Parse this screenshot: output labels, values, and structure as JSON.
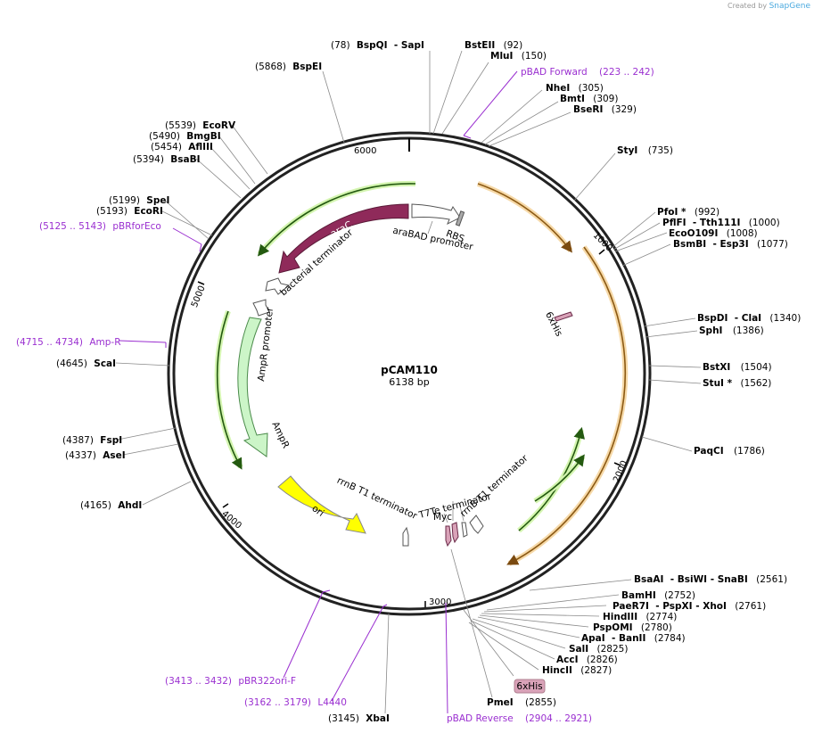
{
  "watermark": {
    "prefix": "Created by",
    "brand": "SnapGene"
  },
  "plasmid": {
    "name": "pCAM110",
    "length": "6138 bp"
  },
  "ticks": [
    "1000",
    "2000",
    "3000",
    "4000",
    "5000",
    "6000"
  ],
  "sites": [
    {
      "id": "bspqi",
      "pre": "(78)",
      "name": "BspQI",
      "name2": "- SapI",
      "post": ""
    },
    {
      "id": "bsteii",
      "pre": "",
      "name": "BstEII",
      "post": "(92)"
    },
    {
      "id": "mlui",
      "pre": "",
      "name": "MluI",
      "post": "(150)"
    },
    {
      "id": "nhei",
      "pre": "",
      "name": "NheI",
      "post": "(305)"
    },
    {
      "id": "bmti",
      "pre": "",
      "name": "BmtI",
      "post": "(309)"
    },
    {
      "id": "bseri",
      "pre": "",
      "name": "BseRI",
      "post": "(329)"
    },
    {
      "id": "styi",
      "pre": "",
      "name": "StyI",
      "post": "(735)"
    },
    {
      "id": "pfoi",
      "pre": "",
      "name": "PfoI *",
      "post": "(992)"
    },
    {
      "id": "pflfi",
      "pre": "",
      "name": "PflFI",
      "name2": "- Tth111I",
      "post": "(1000)"
    },
    {
      "id": "eco0109i",
      "pre": "",
      "name": "EcoO109I",
      "post": "(1008)"
    },
    {
      "id": "bsmbi",
      "pre": "",
      "name": "BsmBI",
      "name2": "- Esp3I",
      "post": "(1077)"
    },
    {
      "id": "bspdi",
      "pre": "",
      "name": "BspDI",
      "name2": "- ClaI",
      "post": "(1340)"
    },
    {
      "id": "sphi",
      "pre": "",
      "name": "SphI",
      "post": "(1386)"
    },
    {
      "id": "bstxi",
      "pre": "",
      "name": "BstXI",
      "post": "(1504)"
    },
    {
      "id": "stui",
      "pre": "",
      "name": "StuI *",
      "post": "(1562)"
    },
    {
      "id": "paqci",
      "pre": "",
      "name": "PaqCI",
      "post": "(1786)"
    },
    {
      "id": "bsaai",
      "pre": "",
      "name": "BsaAI",
      "name2": "- BsiWI - SnaBI",
      "post": "(2561)"
    },
    {
      "id": "bamhi",
      "pre": "",
      "name": "BamHI",
      "post": "(2752)"
    },
    {
      "id": "paer7i",
      "pre": "",
      "name": "PaeR7I",
      "name2": "- PspXI - XhoI",
      "post": "(2761)"
    },
    {
      "id": "hindiii",
      "pre": "",
      "name": "HindIII",
      "post": "(2774)"
    },
    {
      "id": "pspomi",
      "pre": "",
      "name": "PspOMI",
      "post": "(2780)"
    },
    {
      "id": "apai",
      "pre": "",
      "name": "ApaI",
      "name2": "- BanII",
      "post": "(2784)"
    },
    {
      "id": "sali",
      "pre": "",
      "name": "SalI",
      "post": "(2825)"
    },
    {
      "id": "acci",
      "pre": "",
      "name": "AccI",
      "post": "(2826)"
    },
    {
      "id": "hincii",
      "pre": "",
      "name": "HincII",
      "post": "(2827)"
    },
    {
      "id": "pmei",
      "pre": "",
      "name": "PmeI",
      "post": "(2855)"
    },
    {
      "id": "xbai",
      "pre": "(3145)",
      "name": "XbaI",
      "post": ""
    },
    {
      "id": "ahdi",
      "pre": "(4165)",
      "name": "AhdI",
      "post": ""
    },
    {
      "id": "asei",
      "pre": "(4337)",
      "name": "AseI",
      "post": ""
    },
    {
      "id": "fspi",
      "pre": "(4387)",
      "name": "FspI",
      "post": ""
    },
    {
      "id": "scai",
      "pre": "(4645)",
      "name": "ScaI",
      "post": ""
    },
    {
      "id": "ecori",
      "pre": "(5193)",
      "name": "EcoRI",
      "post": ""
    },
    {
      "id": "spei",
      "pre": "(5199)",
      "name": "SpeI",
      "post": ""
    },
    {
      "id": "bsabi",
      "pre": "(5394)",
      "name": "BsaBI",
      "post": ""
    },
    {
      "id": "aflIII",
      "pre": "(5454)",
      "name": "AflIII",
      "post": ""
    },
    {
      "id": "bmgbi",
      "pre": "(5490)",
      "name": "BmgBI",
      "post": ""
    },
    {
      "id": "ecorv",
      "pre": "(5539)",
      "name": "EcoRV",
      "post": ""
    },
    {
      "id": "bspei",
      "pre": "(5868)",
      "name": "BspEI",
      "post": ""
    }
  ],
  "primers": [
    {
      "id": "pbad-forward",
      "name": "pBAD Forward",
      "range": "(223 .. 242)"
    },
    {
      "id": "pbrforeco",
      "name": "pBRforEco",
      "range": "(5125 .. 5143)"
    },
    {
      "id": "amp-r",
      "name": "Amp-R",
      "range": "(4715 .. 4734)"
    },
    {
      "id": "pbr322ori-f",
      "name": "pBR322ori-F",
      "range": "(3413 .. 3432)"
    },
    {
      "id": "l4440",
      "name": "L4440",
      "range": "(3162 .. 3179)"
    },
    {
      "id": "pbad-reverse",
      "name": "pBAD Reverse",
      "range": "(2904 .. 2921)"
    }
  ],
  "features": {
    "arac": "araC",
    "arabad_promoter": "araBAD promoter",
    "rbs": "RBS",
    "bacterial_terminator": "bacterial terminator",
    "ampr_promoter": "AmpR promoter",
    "ampr": "AmpR",
    "ori": "ori",
    "rrnb_t1_terminator_a": "rrnB T1 terminator",
    "t7te_terminator": "T7Te terminator",
    "rrnb_t1_terminator_b": "rrnB T1 terminator",
    "myc": "Myc",
    "sixhis_inner": "6xHis",
    "sixhis_box": "6xHis"
  },
  "colors": {
    "arac": "#8f2a5a",
    "ampr": "#ccf5c8",
    "ori": "#ffff00",
    "orf_orange": "#e39a2c",
    "orf_green": "#48a020",
    "primer": "#9a2fd0",
    "tag": "#d9a2b8"
  }
}
